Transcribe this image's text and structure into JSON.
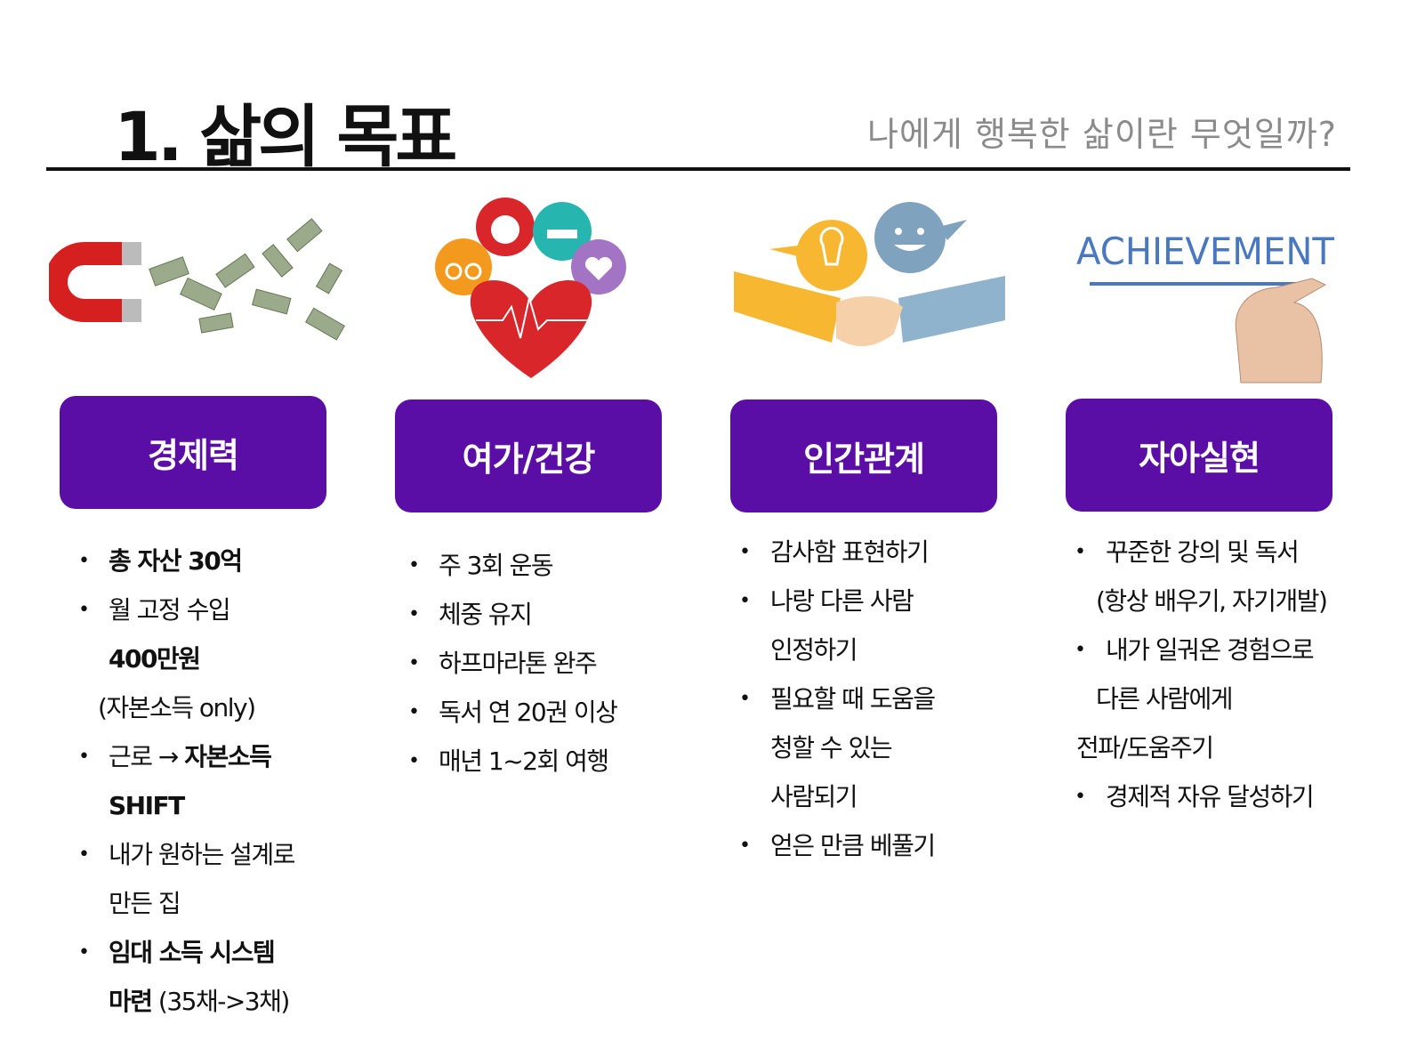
{
  "header": {
    "title": "1. 삶의 목표",
    "subtitle": "나에게 행복한 삶이란 무엇일까?"
  },
  "colors": {
    "accent": "#5b0ea6",
    "rule": "#111111",
    "subtitle": "#8a8a8a"
  },
  "images": {
    "achievement_text": "ACHIEVEMENT"
  },
  "columns": [
    {
      "label": "경제력",
      "lines": [
        "총 자산 30억",
        "월 고정 수입",
        "400만원",
        "(자본소득 only)",
        "근로 → ",
        "자본소득",
        "SHIFT",
        "내가 원하는 설계로",
        "만든 집",
        "임대 소득 시스템",
        "마련",
        " (35채->3채)"
      ]
    },
    {
      "label": "여가/건강",
      "lines": [
        "주 3회 운동",
        "체중 유지",
        "하프마라톤 완주",
        "독서 연 20권 이상",
        "매년 1~2회 여행"
      ]
    },
    {
      "label": "인간관계",
      "lines": [
        "감사함 표현하기",
        "나랑 다른 사람",
        "인정하기",
        "필요할 때 도움을",
        "청할 수 있는",
        "사람되기",
        "얻은 만큼 베풀기"
      ]
    },
    {
      "label": "자아실현",
      "lines": [
        "꾸준한 강의 및 독서",
        "(항상 배우기, 자기개발)",
        "내가 일궈온 경험으로",
        "다른 사람에게",
        "전파/도움주기",
        "경제적 자유 달성하기"
      ]
    }
  ]
}
